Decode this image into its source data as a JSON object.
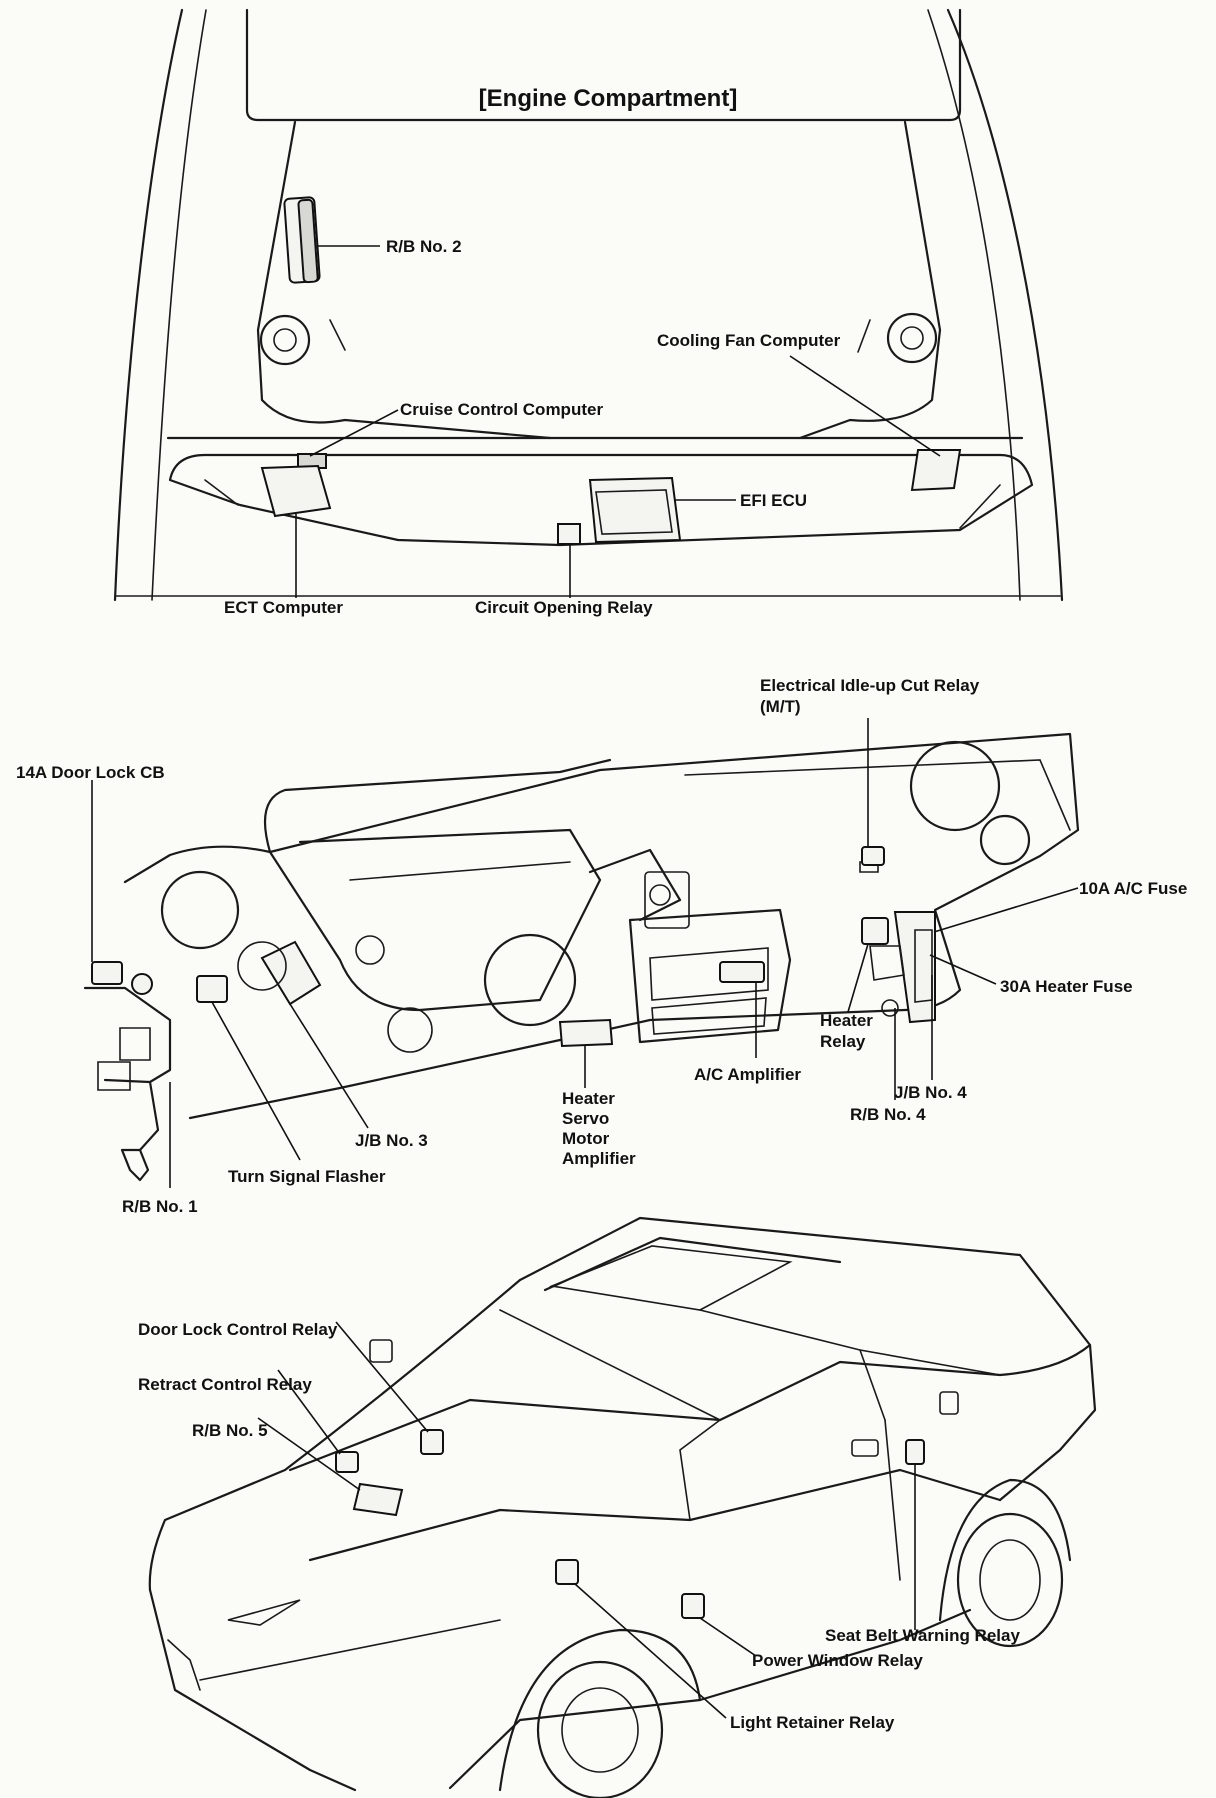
{
  "engine": {
    "title": "[Engine Compartment]",
    "labels": {
      "rb2": "R/B No. 2",
      "cooling_fan": "Cooling Fan Computer",
      "cruise": "Cruise Control Computer",
      "efi": "EFI ECU",
      "ect": "ECT Computer",
      "circuit_opening": "Circuit Opening Relay"
    }
  },
  "dash": {
    "labels": {
      "idle_up_1": "Electrical Idle-up Cut Relay",
      "idle_up_2": "(M/T)",
      "door_lock_cb": "14A Door Lock CB",
      "ac_fuse": "10A A/C Fuse",
      "heater_fuse": "30A Heater Fuse",
      "heater_relay_1": "Heater",
      "heater_relay_2": "Relay",
      "jb4": "J/B No. 4",
      "rb4": "R/B No. 4",
      "ac_amp": "A/C Amplifier",
      "servo_1": "Heater",
      "servo_2": "Servo",
      "servo_3": "Motor",
      "servo_4": "Amplifier",
      "jb3": "J/B No. 3",
      "turn_flasher": "Turn Signal Flasher",
      "rb1": "R/B No. 1"
    }
  },
  "car": {
    "labels": {
      "door_lock_relay": "Door Lock Control Relay",
      "retract_relay": "Retract Control Relay",
      "rb5": "R/B No. 5",
      "seat_belt": "Seat Belt Warning Relay",
      "power_window": "Power Window Relay",
      "light_retainer": "Light Retainer Relay"
    }
  }
}
